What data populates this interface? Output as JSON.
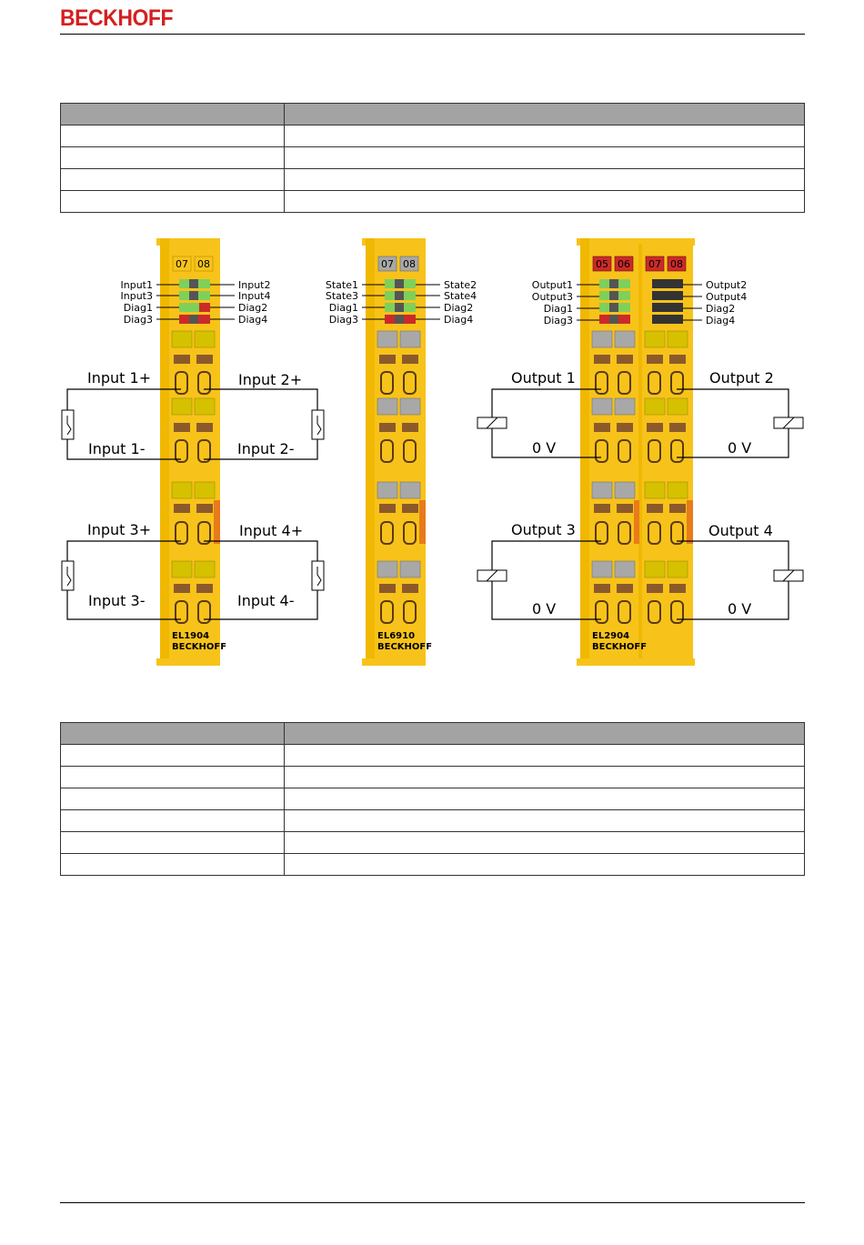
{
  "header": {
    "brand": "BECKHOFF"
  },
  "table_top": {
    "rows": 4
  },
  "table_bottom": {
    "rows": 6
  },
  "figure": {
    "modules": [
      {
        "id": "EL1904",
        "leds_top": [
          "07",
          "08"
        ],
        "led_labels_left": [
          "Input1",
          "Input3",
          "Diag1",
          "Diag3"
        ],
        "led_labels_right": [
          "Input2",
          "Input4",
          "Diag2",
          "Diag4"
        ],
        "wiring_labels": [
          "Input 1+",
          "Input 2+",
          "Input 1-",
          "Input 2-",
          "Input 3+",
          "Input 4+",
          "Input 3-",
          "Input 4-"
        ],
        "model_label": "EL1904",
        "brand_label": "BECKHOFF"
      },
      {
        "id": "EL6910",
        "leds_top": [
          "07",
          "08"
        ],
        "led_labels_left": [
          "State1",
          "State3",
          "Diag1",
          "Diag3"
        ],
        "led_labels_right": [
          "State2",
          "State4",
          "Diag2",
          "Diag4"
        ],
        "model_label": "EL6910",
        "brand_label": "BECKHOFF"
      },
      {
        "id": "EL2904",
        "leds_top": [
          "05",
          "06",
          "07",
          "08"
        ],
        "led_labels_left": [
          "Output1",
          "Output3",
          "Diag1",
          "Diag3"
        ],
        "led_labels_right": [
          "Output2",
          "Output4",
          "Diag2",
          "Diag4"
        ],
        "wiring_labels": [
          "Output 1",
          "Output 2",
          "0 V",
          "0 V",
          "Output 3",
          "Output 4",
          "0 V",
          "0 V"
        ],
        "model_label": "EL2904",
        "brand_label": "BECKHOFF"
      }
    ],
    "colors": {
      "housing": "#f7c31a",
      "contact": "#d6c100",
      "gray": "#a8a8a8",
      "red": "#cc2a2a",
      "green": "#7ed05a",
      "brown": "#8c5a2a",
      "orange": "#e87b1a"
    }
  }
}
